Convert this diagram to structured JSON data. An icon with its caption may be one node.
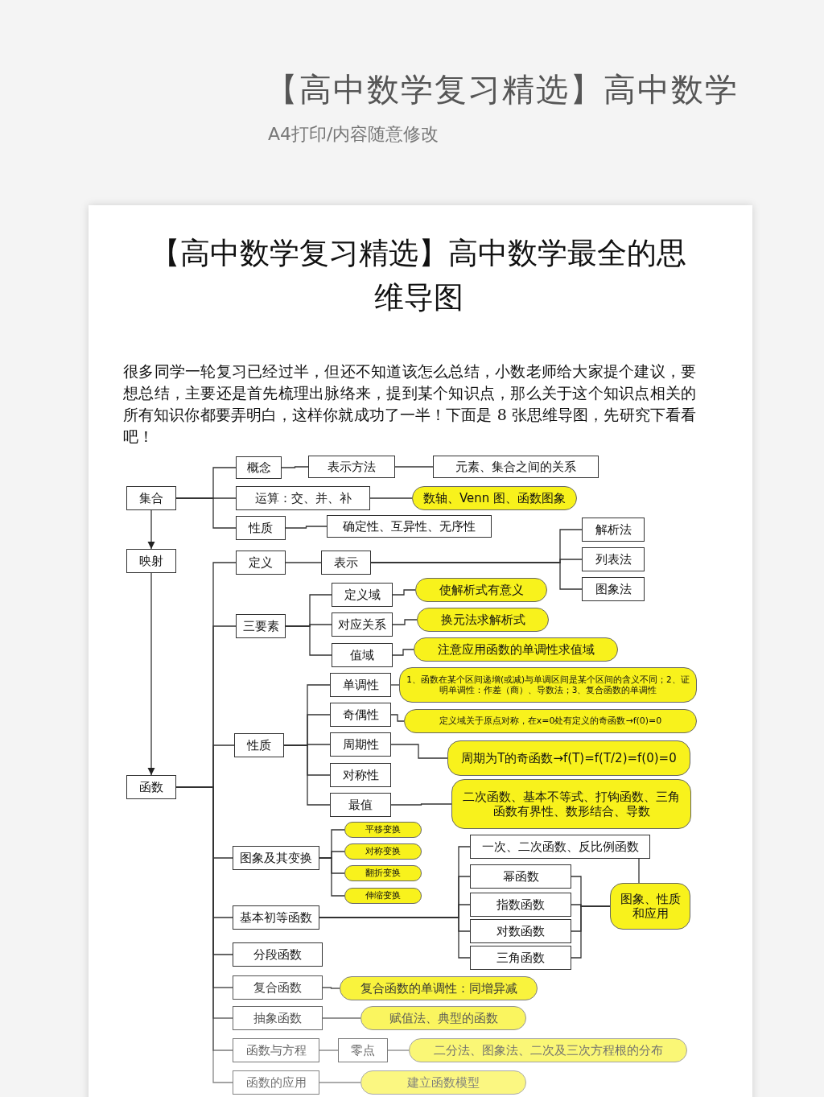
{
  "diagram": {
    "title": "【高中数学复习精选】高中数学最全的思维导图",
    "labels": [
      "【高中数学复习精选】高中数学",
      "A4打印/内容随意修改",
      "很多同学一轮复习已经过半，但还不知道该怎么总结，小数老师给大家提个建议，要想总结，主要还是首先梳理出脉络来，提到某个知识点，那么关于这个知识点相关的所有知识你都要弄明白，这样你就成功了一半！下面是 8 张思维导图，先研究下看看吧！"
    ],
    "nodes": [
      {
        "text": [
          "集合"
        ]
      },
      {
        "text": [
          "概念"
        ]
      },
      {
        "text": [
          "表示方法"
        ]
      },
      {
        "text": [
          "元素、集合之间的关系"
        ]
      },
      {
        "text": [
          "运算：交、并、补"
        ]
      },
      {
        "text": [
          "数轴、Venn 图、函数图象"
        ]
      },
      {
        "text": [
          "性质"
        ]
      },
      {
        "text": [
          "确定性、互异性、无序性"
        ]
      },
      {
        "text": [
          "映射"
        ]
      },
      {
        "text": [
          "解析法"
        ]
      },
      {
        "text": [
          "列表法"
        ]
      },
      {
        "text": [
          "图象法"
        ]
      },
      {
        "text": [
          "定义"
        ]
      },
      {
        "text": [
          "表示"
        ]
      },
      {
        "text": [
          "三要素"
        ]
      },
      {
        "text": [
          "定义域"
        ]
      },
      {
        "text": [
          "使解析式有意义"
        ]
      },
      {
        "text": [
          "对应关系"
        ]
      },
      {
        "text": [
          "换元法求解析式"
        ]
      },
      {
        "text": [
          "值域"
        ]
      },
      {
        "text": [
          "注意应用函数的单调性求值域"
        ]
      },
      {
        "text": [
          "函数"
        ]
      },
      {
        "text": [
          "性质"
        ]
      },
      {
        "text": [
          "单调性"
        ]
      },
      {
        "text": [
          "1、函数在某个区间递增(或减)与单调区间是某个区间的含义不同；2、证明单调性：作差（商）、导数法；3、复合函数的单调性"
        ]
      },
      {
        "text": [
          "奇偶性"
        ]
      },
      {
        "text": [
          "定义域关于原点对称，在x=0处有定义的奇函数→f(0)=0"
        ]
      },
      {
        "text": [
          "周期性"
        ]
      },
      {
        "text": [
          "周期为T的奇函数→f(T)=f(T/2)=f(0)=0"
        ]
      },
      {
        "text": [
          "对称性"
        ]
      },
      {
        "text": [
          "最值"
        ]
      },
      {
        "text": [
          "二次函数、基本不等式、打钩函数、三角函数有界性、数形结合、导数"
        ]
      },
      {
        "text": [
          "图象及其变换"
        ]
      },
      {
        "text": [
          "平移变换"
        ]
      },
      {
        "text": [
          "对称变换"
        ]
      },
      {
        "text": [
          "翻折变换"
        ]
      },
      {
        "text": [
          "伸缩变换"
        ]
      },
      {
        "text": [
          "基本初等函数"
        ]
      },
      {
        "text": [
          "一次、二次函数、反比例函数"
        ]
      },
      {
        "text": [
          "幂函数"
        ]
      },
      {
        "text": [
          "指数函数"
        ]
      },
      {
        "text": [
          "对数函数"
        ]
      },
      {
        "text": [
          "三角函数"
        ]
      },
      {
        "text": [
          "图象、性质和应用"
        ]
      },
      {
        "text": [
          "分段函数"
        ]
      },
      {
        "text": [
          "复合函数"
        ]
      },
      {
        "text": [
          "复合函数的单调性：同增异减"
        ]
      },
      {
        "text": [
          "抽象函数"
        ]
      },
      {
        "text": [
          "赋值法、典型的函数"
        ]
      },
      {
        "text": [
          "函数与方程"
        ]
      },
      {
        "text": [
          "零点"
        ]
      },
      {
        "text": [
          "二分法、图象法、二次及三次方程根的分布"
        ]
      },
      {
        "text": [
          "函数的应用"
        ]
      },
      {
        "text": [
          "建立函数模型"
        ]
      }
    ],
    "edges": [
      {
        "from": 0,
        "to": 1,
        "arrow": "none"
      },
      {
        "from": 0,
        "to": 4,
        "arrow": "none"
      },
      {
        "from": 0,
        "to": 6,
        "arrow": "none"
      },
      {
        "from": 1,
        "to": 2,
        "arrow": "none"
      },
      {
        "from": 2,
        "to": 3,
        "arrow": "none"
      },
      {
        "from": 4,
        "to": 5,
        "arrow": "none"
      },
      {
        "from": 6,
        "to": 7,
        "arrow": "none"
      },
      {
        "from": 0,
        "to": 8,
        "arrow": "to"
      },
      {
        "from": 8,
        "to": 21,
        "arrow": "to"
      },
      {
        "from": 21,
        "to": 12,
        "arrow": "none"
      },
      {
        "from": 21,
        "to": 14,
        "arrow": "none"
      },
      {
        "from": 21,
        "to": 22,
        "arrow": "none"
      },
      {
        "from": 21,
        "to": 32,
        "arrow": "none"
      },
      {
        "from": 21,
        "to": 37,
        "arrow": "none"
      },
      {
        "from": 21,
        "to": 44,
        "arrow": "none"
      },
      {
        "from": 21,
        "to": 45,
        "arrow": "none"
      },
      {
        "from": 21,
        "to": 47,
        "arrow": "none"
      },
      {
        "from": 21,
        "to": 49,
        "arrow": "none"
      },
      {
        "from": 21,
        "to": 52,
        "arrow": "none"
      },
      {
        "from": 12,
        "to": 13,
        "arrow": "none"
      },
      {
        "from": 13,
        "to": 9,
        "arrow": "none"
      },
      {
        "from": 13,
        "to": 10,
        "arrow": "none"
      },
      {
        "from": 13,
        "to": 11,
        "arrow": "none"
      },
      {
        "from": 14,
        "to": 15,
        "arrow": "none"
      },
      {
        "from": 14,
        "to": 17,
        "arrow": "none"
      },
      {
        "from": 14,
        "to": 19,
        "arrow": "none"
      },
      {
        "from": 15,
        "to": 16,
        "arrow": "none"
      },
      {
        "from": 17,
        "to": 18,
        "arrow": "none"
      },
      {
        "from": 19,
        "to": 20,
        "arrow": "none"
      },
      {
        "from": 22,
        "to": 23,
        "arrow": "none"
      },
      {
        "from": 22,
        "to": 25,
        "arrow": "none"
      },
      {
        "from": 22,
        "to": 27,
        "arrow": "none"
      },
      {
        "from": 22,
        "to": 29,
        "arrow": "none"
      },
      {
        "from": 22,
        "to": 30,
        "arrow": "none"
      },
      {
        "from": 23,
        "to": 24,
        "arrow": "none"
      },
      {
        "from": 25,
        "to": 26,
        "arrow": "none"
      },
      {
        "from": 27,
        "to": 28,
        "arrow": "none"
      },
      {
        "from": 30,
        "to": 31,
        "arrow": "none"
      },
      {
        "from": 32,
        "to": 33,
        "arrow": "none"
      },
      {
        "from": 32,
        "to": 34,
        "arrow": "none"
      },
      {
        "from": 32,
        "to": 35,
        "arrow": "none"
      },
      {
        "from": 32,
        "to": 36,
        "arrow": "none"
      },
      {
        "from": 37,
        "to": 38,
        "arrow": "none"
      },
      {
        "from": 37,
        "to": 39,
        "arrow": "none"
      },
      {
        "from": 37,
        "to": 40,
        "arrow": "none"
      },
      {
        "from": 37,
        "to": 41,
        "arrow": "none"
      },
      {
        "from": 37,
        "to": 42,
        "arrow": "none"
      },
      {
        "from": 38,
        "to": 43,
        "arrow": "none"
      },
      {
        "from": 39,
        "to": 43,
        "arrow": "none"
      },
      {
        "from": 40,
        "to": 43,
        "arrow": "none"
      },
      {
        "from": 41,
        "to": 43,
        "arrow": "none"
      },
      {
        "from": 42,
        "to": 43,
        "arrow": "none"
      },
      {
        "from": 45,
        "to": 46,
        "arrow": "none"
      },
      {
        "from": 47,
        "to": 48,
        "arrow": "none"
      },
      {
        "from": 49,
        "to": 50,
        "arrow": "none"
      },
      {
        "from": 50,
        "to": 51,
        "arrow": "none"
      },
      {
        "from": 52,
        "to": 53,
        "arrow": "none"
      }
    ]
  }
}
